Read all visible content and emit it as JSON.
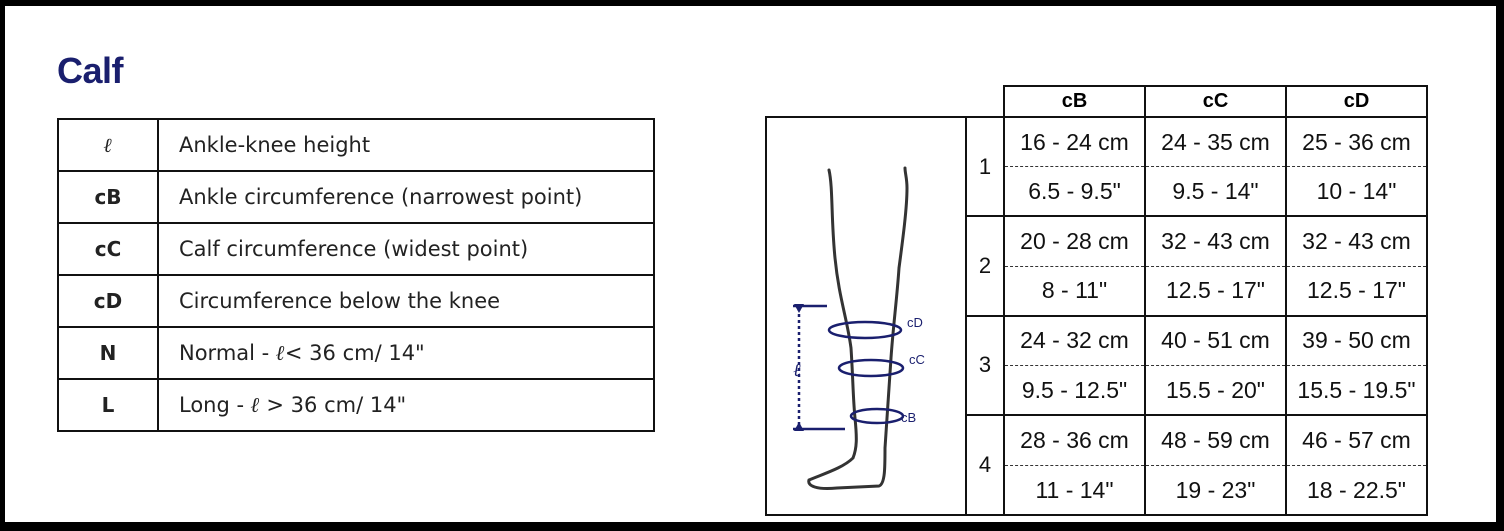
{
  "title": "Calf",
  "legend": [
    {
      "symbol": "ℓ",
      "description": "Ankle-knee height"
    },
    {
      "symbol": "cB",
      "description": "Ankle circumference (narrowest point)"
    },
    {
      "symbol": "cC",
      "description": "Calf circumference (widest point)"
    },
    {
      "symbol": "cD",
      "description": "Circumference below the knee"
    },
    {
      "symbol": "N",
      "description_prefix": "Normal - ",
      "description_suffix": "< 36 cm/ 14\""
    },
    {
      "symbol": "L",
      "description_prefix": "Long - ",
      "description_suffix": " > 36 cm/ 14\""
    }
  ],
  "ell": "ℓ",
  "size_table": {
    "headers": [
      "cB",
      "cC",
      "cD"
    ],
    "diagram_labels": {
      "cD": "cD",
      "cC": "cC",
      "cB": "cB",
      "l": "ℓ"
    },
    "sizes": [
      {
        "size": "1",
        "cm": [
          "16 - 24 cm",
          "24 - 35 cm",
          "25 - 36 cm"
        ],
        "in": [
          "6.5 - 9.5\"",
          "9.5 - 14\"",
          "10 - 14\""
        ]
      },
      {
        "size": "2",
        "cm": [
          "20 - 28 cm",
          "32 - 43 cm",
          "32 - 43 cm"
        ],
        "in": [
          "8 - 11\"",
          "12.5 - 17\"",
          "12.5 - 17\""
        ]
      },
      {
        "size": "3",
        "cm": [
          "24 - 32 cm",
          "40 - 51 cm",
          "39 - 50 cm"
        ],
        "in": [
          "9.5 - 12.5\"",
          "15.5 - 20\"",
          "15.5 - 19.5\""
        ]
      },
      {
        "size": "4",
        "cm": [
          "28 - 36 cm",
          "48 - 59 cm",
          "46 - 57 cm"
        ],
        "in": [
          "11 - 14\"",
          "19 - 23\"",
          "18 - 22.5\""
        ]
      }
    ]
  },
  "colors": {
    "title": "#1a1f6e",
    "diagram": "#1a1f6e"
  }
}
